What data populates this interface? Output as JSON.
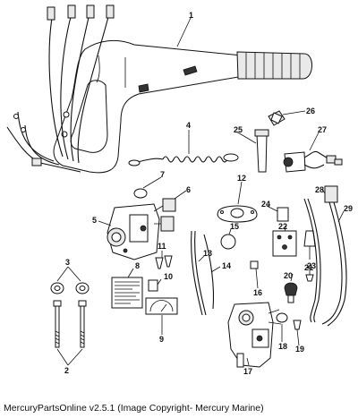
{
  "callouts": [
    {
      "id": "c1",
      "text": "1"
    },
    {
      "id": "c2",
      "text": "2"
    },
    {
      "id": "c3",
      "text": "3"
    },
    {
      "id": "c4",
      "text": "4"
    },
    {
      "id": "c5",
      "text": "5"
    },
    {
      "id": "c6",
      "text": "6"
    },
    {
      "id": "c7",
      "text": "7"
    },
    {
      "id": "c8",
      "text": "8"
    },
    {
      "id": "c9",
      "text": "9"
    },
    {
      "id": "c10",
      "text": "10"
    },
    {
      "id": "c11",
      "text": "11"
    },
    {
      "id": "c12",
      "text": "12"
    },
    {
      "id": "c13",
      "text": "13"
    },
    {
      "id": "c14",
      "text": "14"
    },
    {
      "id": "c15",
      "text": "15"
    },
    {
      "id": "c16",
      "text": "16"
    },
    {
      "id": "c17",
      "text": "17"
    },
    {
      "id": "c18",
      "text": "18"
    },
    {
      "id": "c19",
      "text": "19"
    },
    {
      "id": "c20",
      "text": "20"
    },
    {
      "id": "c21",
      "text": "21"
    },
    {
      "id": "c22",
      "text": "22"
    },
    {
      "id": "c23",
      "text": "23"
    },
    {
      "id": "c24",
      "text": "24"
    },
    {
      "id": "c25",
      "text": "25"
    },
    {
      "id": "c26",
      "text": "26"
    },
    {
      "id": "c27",
      "text": "27"
    },
    {
      "id": "c28",
      "text": "28"
    },
    {
      "id": "c29",
      "text": "29"
    }
  ],
  "footer": {
    "copyright": "MercuryPartsOnline v2.5.1 (Image Copyright- Mercury Marine)"
  }
}
